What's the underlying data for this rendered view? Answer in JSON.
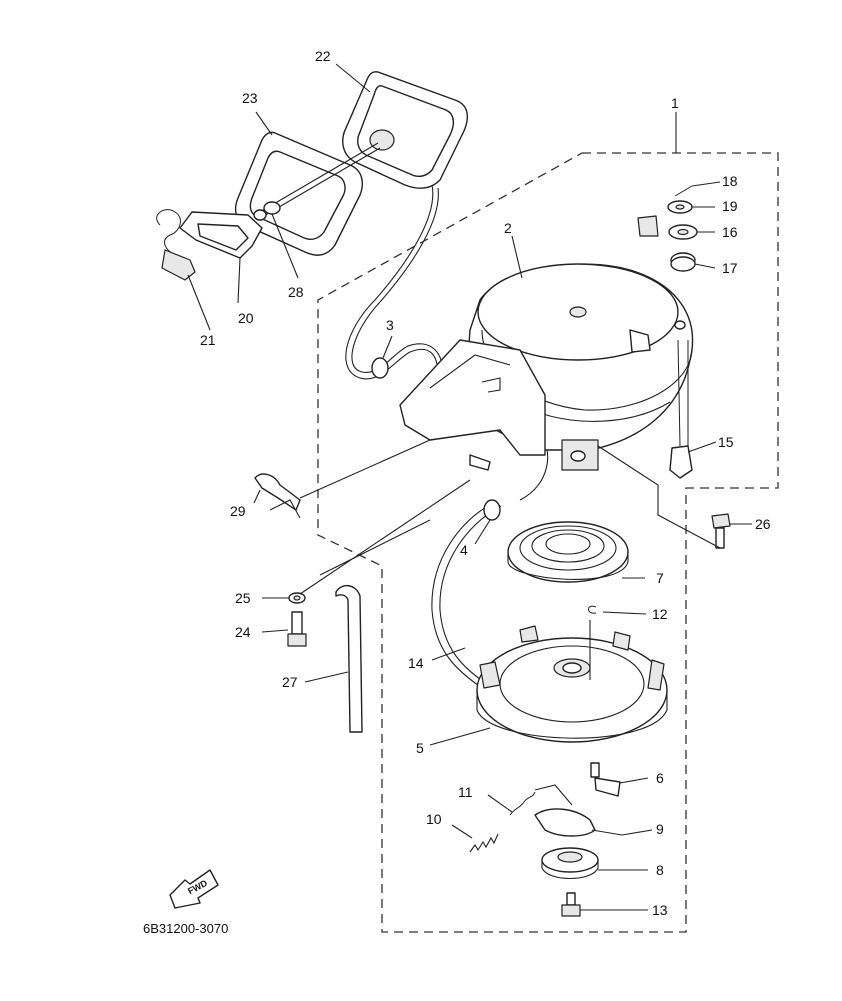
{
  "diagram_code": "6B31200-3070",
  "fwd_label": "FWD",
  "callouts": {
    "c1": "1",
    "c2": "2",
    "c3": "3",
    "c4": "4",
    "c5": "5",
    "c6": "6",
    "c7": "7",
    "c8": "8",
    "c9": "9",
    "c10": "10",
    "c11": "11",
    "c12": "12",
    "c13": "13",
    "c14": "14",
    "c15": "15",
    "c16": "16",
    "c17": "17",
    "c18": "18",
    "c19": "19",
    "c20": "20",
    "c21": "21",
    "c22": "22",
    "c23": "23",
    "c24": "24",
    "c25": "25",
    "c26": "26",
    "c27": "27",
    "c28": "28",
    "c29": "29"
  }
}
